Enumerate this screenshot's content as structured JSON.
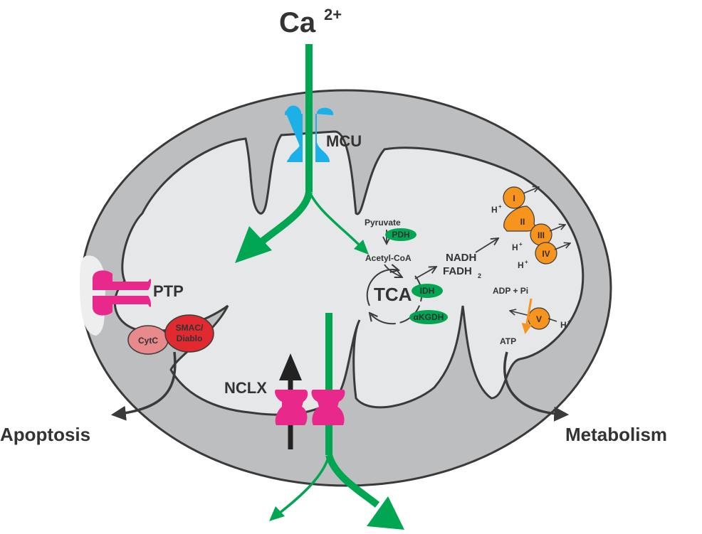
{
  "title": {
    "ion": "Ca",
    "charge": "2+"
  },
  "labels": {
    "mcu": "MCU",
    "ptp": "PTP",
    "nclx": "NCLX",
    "apoptosis": "Apoptosis",
    "metabolism": "Metabolism",
    "cytc": "CytC",
    "smac_line1": "SMAC/",
    "smac_line2": "Diablo"
  },
  "tca": {
    "pyruvate": "Pyruvate",
    "pdh": "PDH",
    "acetyl_coa": "Acetyl-CoA",
    "cycle": "TCA",
    "idh": "IDH",
    "akgdh": "αKGDH",
    "nadh": "NADH",
    "fadh": "FADH",
    "fadh_sub": "2"
  },
  "etc": {
    "complexes": [
      "I",
      "II",
      "III",
      "IV",
      "V"
    ],
    "proton": "H",
    "proton_sup": "+",
    "adp": "ADP + Pi",
    "atp": "ATP"
  },
  "colors": {
    "outer_membrane": "#bdbec0",
    "matrix": "#e6e7e8",
    "outline": "#3a3a3a",
    "calcium_arrow": "#00a651",
    "mcu": "#1cb0e8",
    "ptp_nclx": "#e8288a",
    "cytc": "#e8898c",
    "smac": "#e12a2f",
    "enzyme": "#00a651",
    "complex": "#f7941d",
    "text": "#333333"
  }
}
